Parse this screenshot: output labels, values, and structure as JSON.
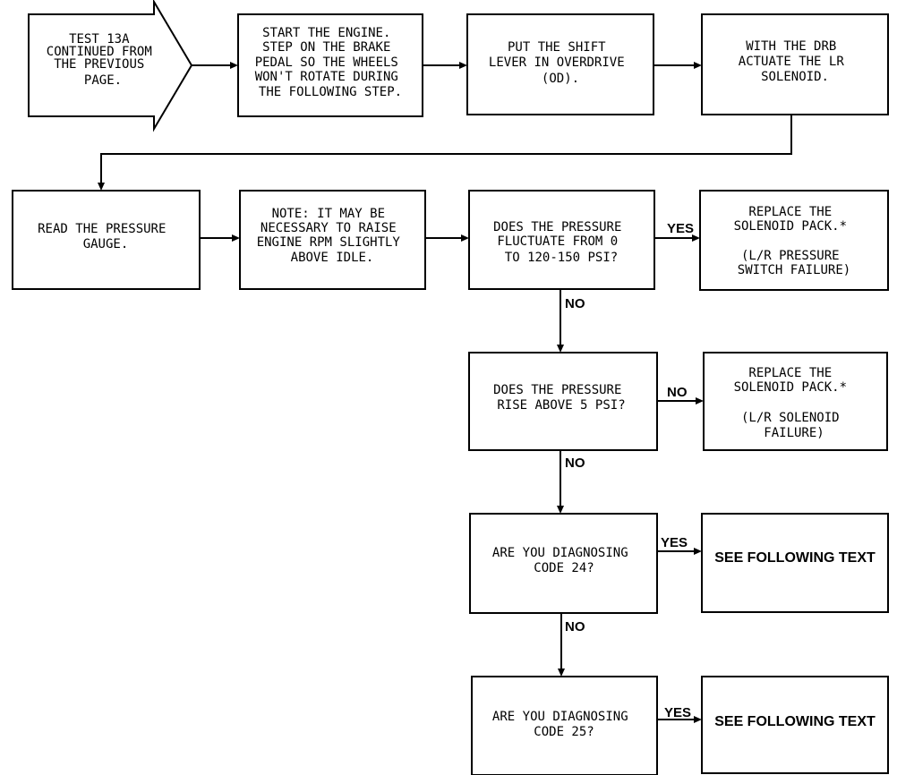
{
  "start": {
    "lines": [
      "TEST 13A",
      "CONTINUED FROM",
      "THE PREVIOUS",
      "PAGE."
    ]
  },
  "start_engine": {
    "lines": [
      "START THE ENGINE.",
      "STEP ON THE BRAKE",
      "PEDAL SO THE WHEELS",
      "WON'T ROTATE DURING",
      "THE FOLLOWING STEP."
    ]
  },
  "shift_lever": {
    "lines": [
      "PUT THE SHIFT",
      "LEVER IN OVERDRIVE",
      "(OD)."
    ]
  },
  "drb_actuate": {
    "lines": [
      "WITH THE DRB",
      "ACTUATE THE LR",
      "SOLENOID."
    ]
  },
  "read_gauge": {
    "lines": [
      "READ THE PRESSURE",
      "GAUGE."
    ]
  },
  "note_rpm": {
    "lines": [
      "NOTE: IT MAY BE",
      "NECESSARY TO RAISE",
      "ENGINE RPM SLIGHTLY",
      "ABOVE IDLE."
    ]
  },
  "fluctuate_question": {
    "lines": [
      "DOES THE PRESSURE",
      "FLUCTUATE FROM 0",
      "TO 120-150 PSI?"
    ]
  },
  "replace_pack_switch": {
    "lines": [
      "REPLACE THE",
      "SOLENOID PACK.*",
      "",
      "(L/R PRESSURE",
      "SWITCH FAILURE)"
    ]
  },
  "rise_question": {
    "lines": [
      "DOES THE PRESSURE",
      "RISE ABOVE 5 PSI?"
    ]
  },
  "replace_pack_solenoid": {
    "lines": [
      "REPLACE THE",
      "SOLENOID PACK.*",
      "",
      "(L/R SOLENOID",
      "FAILURE)"
    ]
  },
  "code24_question": {
    "lines": [
      "ARE YOU DIAGNOSING",
      "CODE 24?"
    ]
  },
  "see_text_1": "SEE FOLLOWING TEXT",
  "code25_question": {
    "lines": [
      "ARE YOU DIAGNOSING",
      "CODE 25?"
    ]
  },
  "see_text_2": "SEE FOLLOWING TEXT",
  "labels": {
    "yes_fluctuate": "YES",
    "no_fluctuate": "NO",
    "no_rise_right": "NO",
    "no_rise_down": "NO",
    "yes_code24": "YES",
    "no_code24": "NO",
    "yes_code25": "YES"
  }
}
